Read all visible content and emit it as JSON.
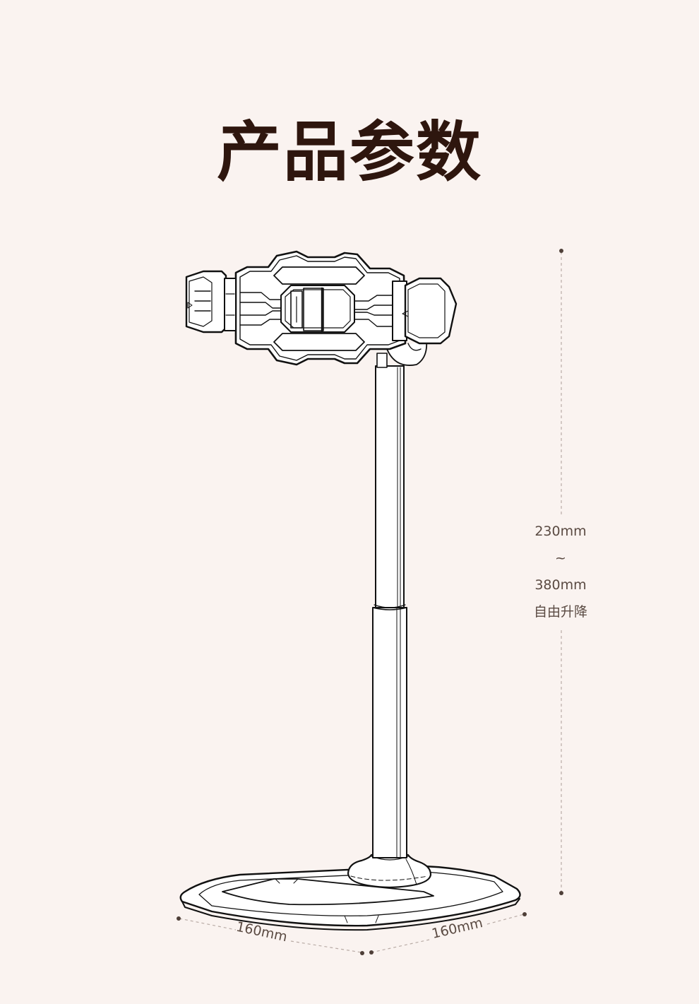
{
  "header": {
    "title": "产品参数"
  },
  "dimensions": {
    "height": {
      "min": "230mm",
      "separator": "~",
      "max": "380mm",
      "note": "自由升降"
    },
    "base_depth": "160mm",
    "base_width": "160mm"
  },
  "colors": {
    "background": "#faf3f0",
    "title": "#2e160e",
    "dimension_text": "#5a4a42",
    "line_art": "#111111",
    "dimension_line": "#b9aca6"
  },
  "illustration": {
    "subject": "adjustable-phone-holder-stand"
  }
}
